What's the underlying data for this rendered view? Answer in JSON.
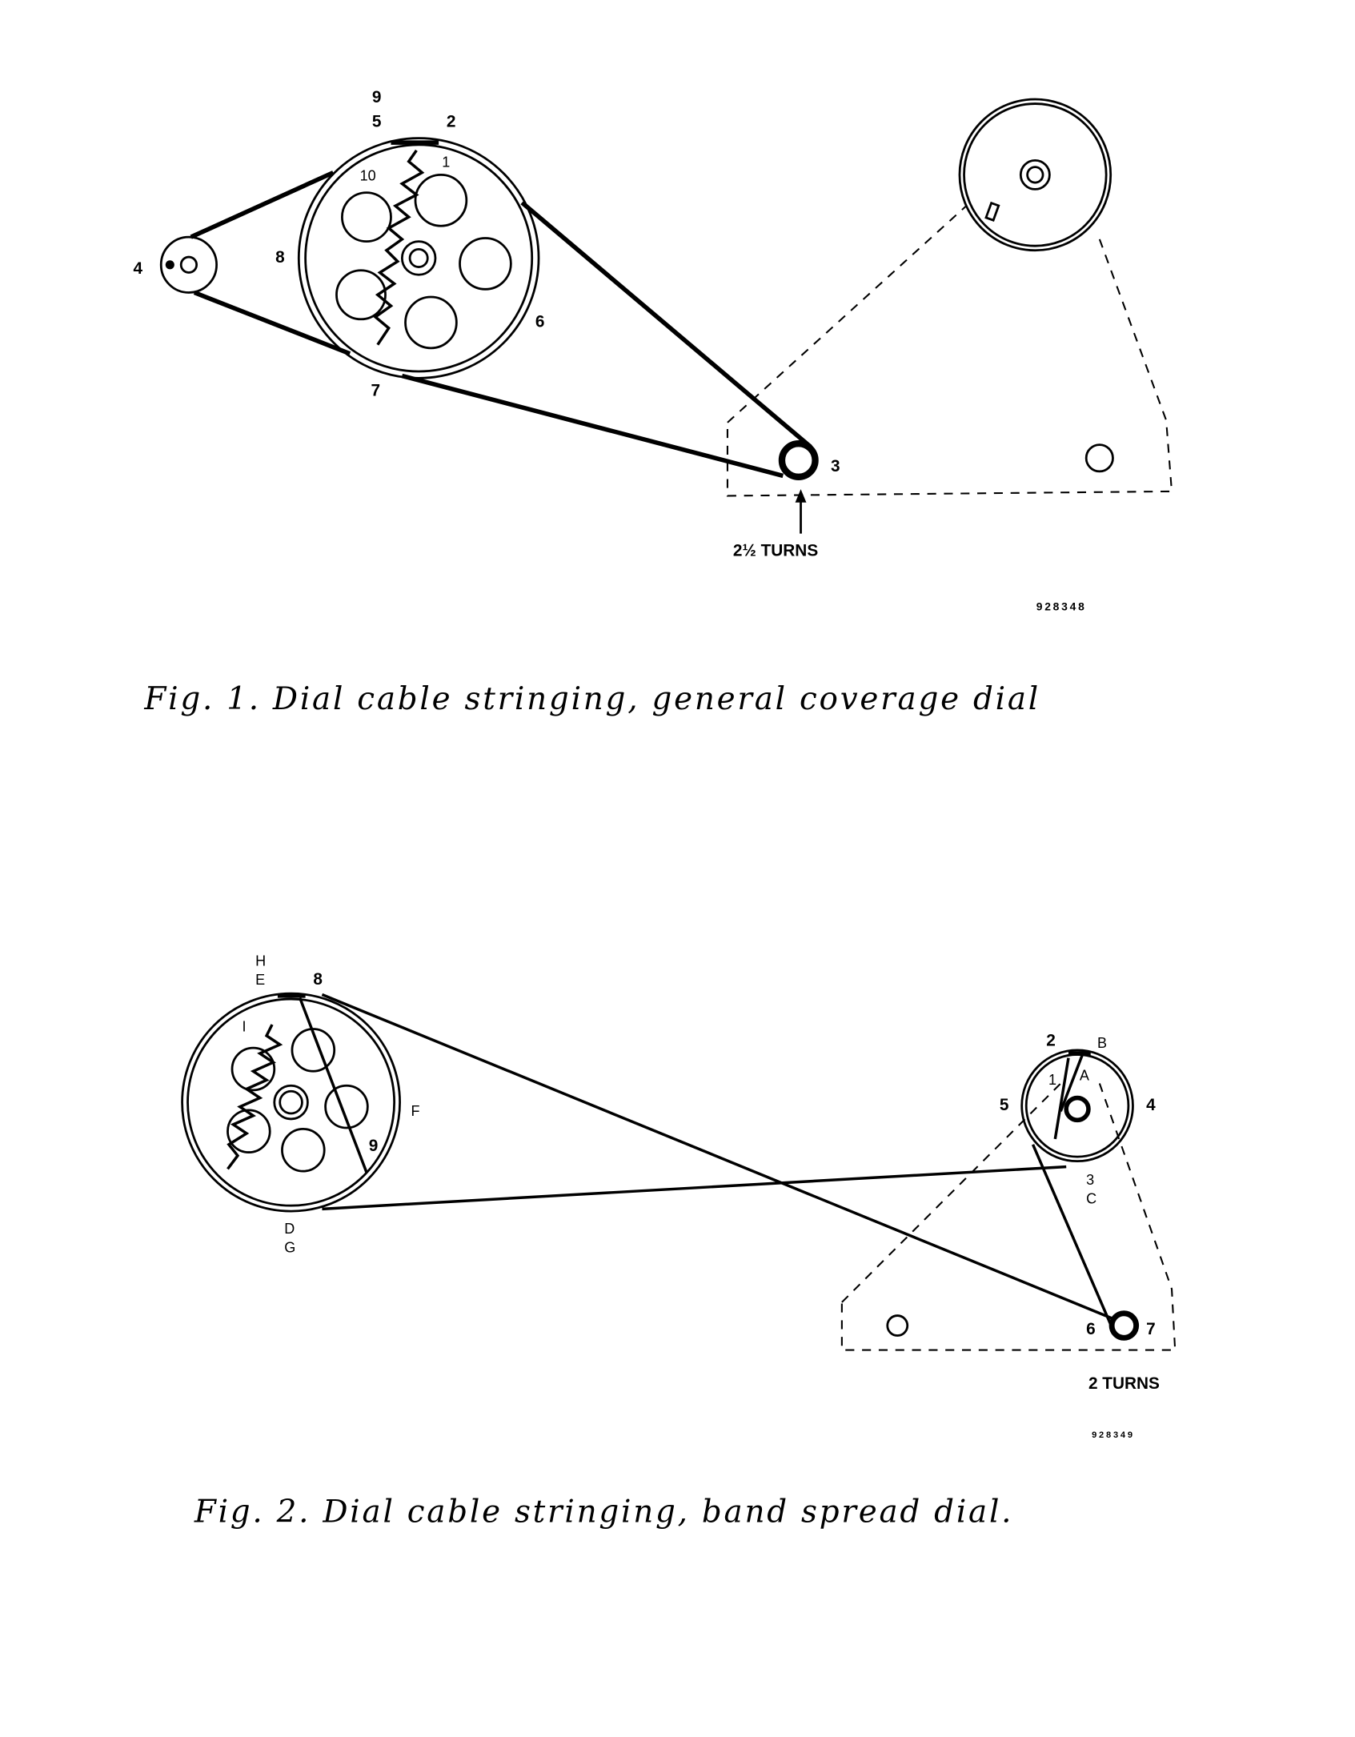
{
  "figure1": {
    "caption": "Fig. 1. Dial cable stringing, general coverage dial",
    "code": "928348",
    "turns_label": "2½ TURNS",
    "labels": {
      "p9": "9",
      "p5": "5",
      "p2": "2",
      "p10": "10",
      "p1": "1",
      "p4": "4",
      "p8": "8",
      "p6": "6",
      "p7": "7",
      "p3": "3"
    }
  },
  "figure2": {
    "caption": "Fig. 2. Dial cable stringing, band spread dial.",
    "code": "928349",
    "turns_label": "2 TURNS",
    "labels": {
      "H": "H",
      "E": "E",
      "p8": "8",
      "I": "I",
      "F": "F",
      "p9": "9",
      "D": "D",
      "G": "G",
      "p2": "2",
      "B": "B",
      "p1": "1",
      "A": "A",
      "p5": "5",
      "p4": "4",
      "p3": "3",
      "C": "C",
      "p6": "6",
      "p7": "7"
    }
  }
}
